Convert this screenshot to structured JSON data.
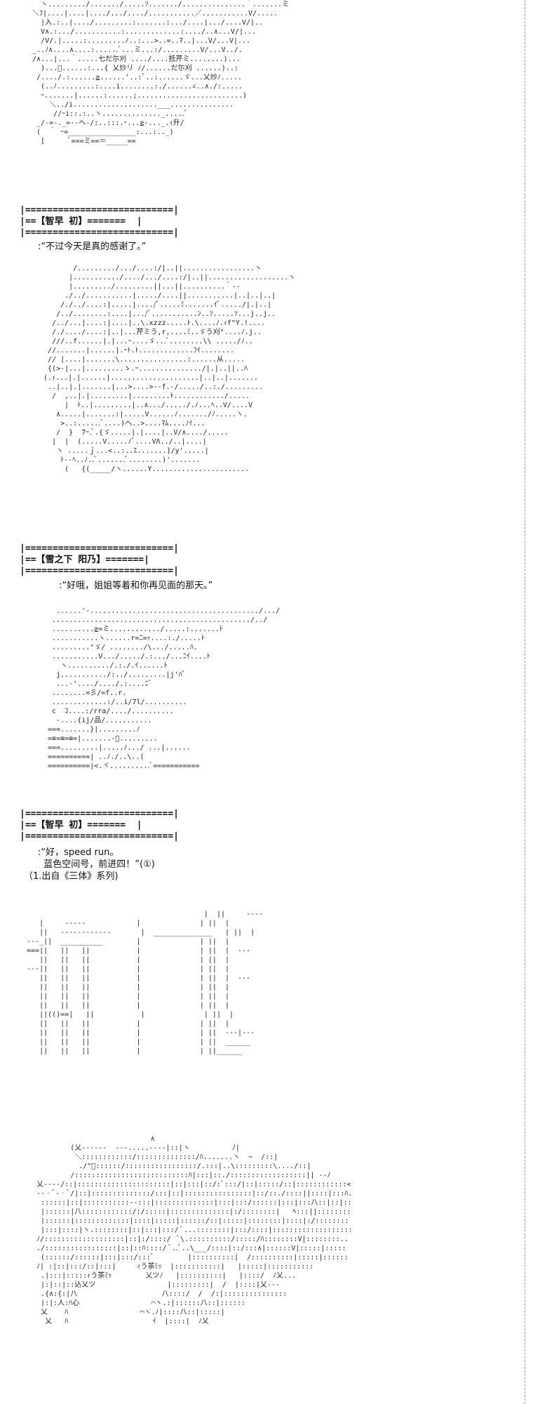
{
  "panels": [
    {
      "art": "   ヽ........./......./.....ｿ......./...............｀.......ミ\n ＼ﾌ|....|....|..../.../..../...........／...........V/.....\n   |入.:..|..../.........:.......:.../....|.../....V/|..\n   V∧.:.../...........:.............:..../..∧...V/|...\n   /V/.|.....:.........ﾉ..:...>..=..ﾏ..|...V/...V|...\n _..ﾉ∧....∧....:......ﾞ...ミ...:/.........V/...V../.\n /∧...|...｀.....七だ尓刈 ..../....抵芹ミ........)...\n   )...ﾞ......:...{ 乂炒リ ﾉ/......だ尓刈 ......)..:\n  /..../.:......≧......'..:ﾞ..:......ゞ...乂炒ﾉ.....\n   (..ﾉ.........:....i........:./......∠..∧./:.....\n   ｰ.......|......:......;.........................)\n     ＼../i....................___...............\n      //ｰi::.:..ヽ.............._.....ﾞ\n  _/‐=‐._=‐-ヘ-/:..:::.ｰ...≧-..._.ｨ升/\n  (  ｀ ｰ=________________:...:.._)\n   [      ﾞ===ミ==＝_____==",
      "name_box": "|===========================|\n|==【智早 初】=======  |\n|===========================|",
      "dialogue": ":“不过今天是真的感谢了。”",
      "note": ""
    },
    {
      "art": "         /........./.../....:/|..||.................ヽ\n        |.........../..../.../....:/|..||...................ヽ\n        |........./.........||...||..........｀‐‐\n       ./../...........|...../....||...........|..|..|..|\n      /./../....:|.....|..../ﾞ.....ﾐ.......ｲﾞ...../|.|..|\n     /../........:....|.../ﾞ...........ﾝ..ｿ.....ｿ...j..j..\n    /../...|....:|....|..\\.xzzz.....ﾄ.\\....ﾉ.ｨf\"Y.!....\n    /./..../....:|..|...芹ミう,r,....ﾐ..ゞう刈\"....ﾉ.j..\n    ///..f......|.|...ｰ....ゞ...ﾞ........\\\\ ...../ﾉ..\n   //.......|......|.ｰﾄ.ﾄ.............ﾌｲ........\n   // |....|.......\\................:......从.....\n   {(>‐|...|.........ゝ.ｰ.............../|.|..||..ﾊ\n  (.ｨ...|.|......|.....................|..|..|.......\n   ..|..|.|.......|...>....>--f.-/...../..:./.........\n    /  ,..|.|.........|.........ﾄ............/.....\n       |  ﾄ..|.........|..∧.../...../.ﾉ...ﾍ..V/....V\n     ∧.....|.......:|.....V......ﾉ......./ﾉ.....ヽ.\n      >..:......ﾞ....)ヘ..>....ﾏﾑ....ﾉｲ...\n     /  }  7ｰ.ﾞ.{ゞ.....|.|....|..V/∧..../.....\n    |  |  (.....V.....ﾉﾞ....VΛ../..|....|\n     ヽ .....ｊ...<..:..ｴ.......]/y'.....|\n      ﾄ‐‐ﾍ..ﾉ..ﾞ.......ﾞ........)'.......\n       (   {(_____/ヽ......Y.......................",
      "name_box": "|===========================|\n|==【雪之下 阳乃】=======|\n|===========================|",
      "dialogue": ":“好哦，姐姐等着和你再见面的那天。”",
      "note": ""
    },
    {
      "art": "    ......'‐......................................../.../\n   .............................................../../\n   ..........≧=ミ............/.....:.......ﾄ\n   ...........ヽ......r=ﾆ=ｯ....:./.....ﾄ\n   .........\"ゞ/ ......../\\.../.....ﾊ.\n   ...........V.../...../.:.../...ﾆｲ....ﾄ\n     ヽ........../.:./.ｲ......ﾄ\n    j.........../:../.........|j'ﾊﾞ\n    ...-'..../..../.:....ﾆﾞ\n   ........=彡/=f..r.\n   .............:/..i/7l/..........\n   c  ｺ....:/rra/..../..........\n    ‐....{ij/品/...........\n  ===.......}|.........ﾉ\n  =≡=≡=≡=|.......‐ﾞ.........\n  ===.........|.....ﾉ.../ ...|......\n  ==========| ..ﾉ./..\\..(\n  ==========|<.ヾ..........ﾞ===========",
      "name_box": "|===========================|\n|==【智早 初】=======  |\n|===========================|",
      "dialogue": ":“好，speed run。\n  蓝色空间号，前进四！”(①)",
      "note": "（1.出自《三体》系列)"
    },
    {
      "art": "                                           |  ||     ‐‐‐‐\n    |     ‐‐‐‐‐            |              | ||  |   \n    ||   ‐‐‐‐‐‐‐‐‐‐‐‐       |  ______________   | ||  |   \n ‐‐‐_||  __________        |              | ||  |   \n ===||   ||   ||           |              | ||  |  ‐‐‐\n    ||   ||   ||           |              | ||  |   \n ‐‐‐||   ||   ||           |              | ||  |   \n    ||   ||   ||           |              | ||  |  ‐‐‐\n    ||   ||   ||           |              | ||  |   \n    ||   ||   ||           |              | ||  |   \n    ||   ||   ||           |              | ||  |   \n    ||(()==|   ||           |              | ||  |   \n    ||   ||   ||           |              | ||  |   \n    ||   ||   ||           |              | ||  ‐‐‐|‐‐‐\n    ||   ||   ||           |              | ||  ______\n    ||   ||   ||           |              | ||______",
      "name_box": "",
      "dialogue": "",
      "note": ""
    },
    {
      "art": "                             ∧\n          (乂‐‐‐‐‐‐  ‐‐‐.....‐‐‐‐|::|ヽ          ﾉ|\n           ＼::::::::::::/::::::::::::::/ﾊ.......ヽ  ∼  /::|\n            ./\"ﾞ::::::/:::::::::::::::::/.:::|..\\:::::::::\\..../::|\n          /:::::::::::::::::::::::::::ﾊ|:::|::./::::::::::::::::::|| ‐‐ﾉ\n  乂‐‐‐‐/::|::::::::::::::::::::::|::|:::|::/:ﾞ:::/|::|:::::/::|::::::::::::<\n  ‐‐‐ﾞ‐‐ﾞ/|::|::::::::::::::/:::|::|::::::::::::::::|::/::./::::||::::|:::ﾊ.:|i\n   ::::::|::|:::::::::::‐‐:::|::::::::::::::|:::|:::/::::::|:::|:::八::|::|::ﾐ:::|Vl\n   |::::::|八::::::::::::/:/:::::|::::::::::::::|:/::::::::|   ﾍ:::||::::::::::::::\n   |::::::|:::::::::::::|::::|:::::|::::::/::|:::::|::::::::|::::|:/:::::::::|::::::::::\n   |:::|::::|ヽ.::::::::|::|:::|:::/ ﾞ...::::::::|:::/::::|:::::::::::::::::::::::ﾍ\n  ﾉ/:::::::::::::::::::|::|:/::::/  ﾞ\\.::::::::::/:::::/ﾊ::::::::V|::::::::..\n  ./:::::::::::::::::|::|::ﾊ::::/ ﾞ..ﾞ..\\___/::::|::/:::∧|::::::V|:::::|:::::\n   (::::::/::::::|:::|:::/:::ﾞ        |::::::::::|  /::::::::::|:::::|::::::\n  ﾉ| :|::|:::/::|:::|     ｨう茶ﾐｯ  |:::::::::::|   |:::::|:::::::::::\n   .|:::|:::::ｨう茶ﾐｯ        乂ツﾉ   |::::::::::|   |::::/  ﾉ乂...\n   |:|::|::込乂ツ                 |:::::::::|  /  |::::|乂‐‐‐\n   .{∧:{:|八                    八::::/  /  /:|:::::::::::::::\n   |:|:人:ﾊ心                 ⌒ヽ.:|::::::八::|::::::\n   乂    ﾊ                 ⌒ヽ.ﾉ|::::八::|:::::|\n    乂   ﾊ                    ｲ  |::::|  ﾉ乂",
      "name_box": "",
      "dialogue": "",
      "note": ""
    }
  ]
}
